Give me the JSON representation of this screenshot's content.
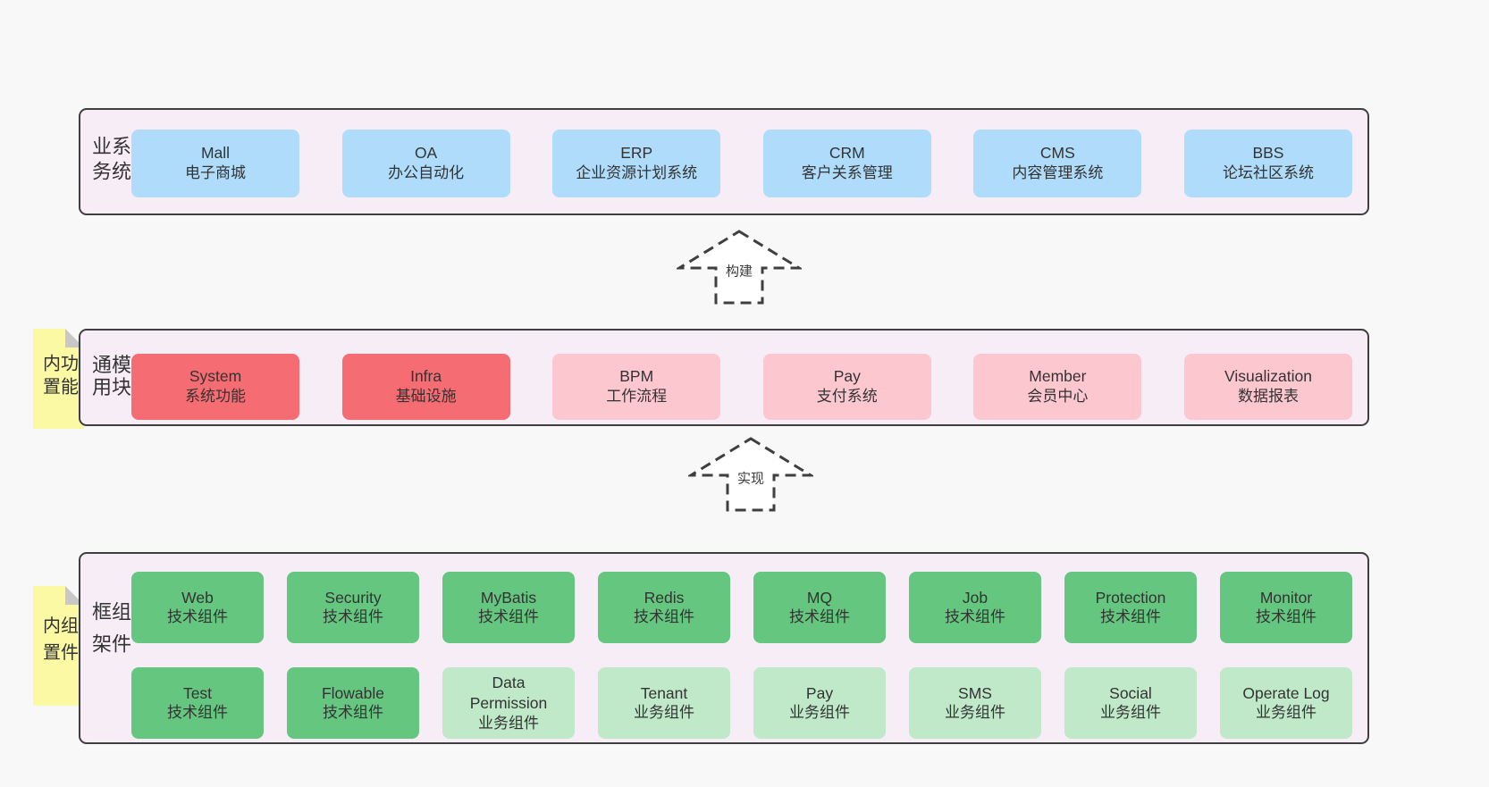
{
  "colors": {
    "page_bg": "#f8f8f8",
    "panel_bg": "#f7edf6",
    "border": "#3f3f3f",
    "text": "#333333",
    "blue": "#aedcfa",
    "red": "#f56c72",
    "pink": "#fdc7cf",
    "green": "#65c67f",
    "light_green": "#bfe9c8",
    "yellow": "#fcf9a5",
    "fold_gray": "#c8c8c8"
  },
  "arrows": [
    {
      "label": "构建"
    },
    {
      "label": "实现"
    }
  ],
  "sections": [
    {
      "label": "业务系统",
      "boxes": [
        {
          "name": "Mall",
          "desc": "电子商城",
          "variant": "blue"
        },
        {
          "name": "OA",
          "desc": "办公自动化",
          "variant": "blue"
        },
        {
          "name": "ERP",
          "desc": "企业资源计划系统",
          "variant": "blue"
        },
        {
          "name": "CRM",
          "desc": "客户关系管理",
          "variant": "blue"
        },
        {
          "name": "CMS",
          "desc": "内容管理系统",
          "variant": "blue"
        },
        {
          "name": "BBS",
          "desc": "论坛社区系统",
          "variant": "blue"
        }
      ]
    },
    {
      "label": "通用模块",
      "note": "内置功能",
      "boxes": [
        {
          "name": "System",
          "desc": "系统功能",
          "variant": "red"
        },
        {
          "name": "Infra",
          "desc": "基础设施",
          "variant": "red"
        },
        {
          "name": "BPM",
          "desc": "工作流程",
          "variant": "pink"
        },
        {
          "name": "Pay",
          "desc": "支付系统",
          "variant": "pink"
        },
        {
          "name": "Member",
          "desc": "会员中心",
          "variant": "pink"
        },
        {
          "name": "Visualization",
          "desc": "数据报表",
          "variant": "pink"
        }
      ]
    },
    {
      "label": "框架组件",
      "note": "内置组件",
      "rows": [
        [
          {
            "name": "Web",
            "desc": "技术组件",
            "variant": "green"
          },
          {
            "name": "Security",
            "desc": "技术组件",
            "variant": "green"
          },
          {
            "name": "MyBatis",
            "desc": "技术组件",
            "variant": "green"
          },
          {
            "name": "Redis",
            "desc": "技术组件",
            "variant": "green"
          },
          {
            "name": "MQ",
            "desc": "技术组件",
            "variant": "green"
          },
          {
            "name": "Job",
            "desc": "技术组件",
            "variant": "green"
          },
          {
            "name": "Protection",
            "desc": "技术组件",
            "variant": "green"
          },
          {
            "name": "Monitor",
            "desc": "技术组件",
            "variant": "green"
          }
        ],
        [
          {
            "name": "Test",
            "desc": "技术组件",
            "variant": "green"
          },
          {
            "name": "Flowable",
            "desc": "技术组件",
            "variant": "green"
          },
          {
            "name": "Data Permission",
            "desc": "业务组件",
            "variant": "lightgreen"
          },
          {
            "name": "Tenant",
            "desc": "业务组件",
            "variant": "lightgreen"
          },
          {
            "name": "Pay",
            "desc": "业务组件",
            "variant": "lightgreen"
          },
          {
            "name": "SMS",
            "desc": "业务组件",
            "variant": "lightgreen"
          },
          {
            "name": "Social",
            "desc": "业务组件",
            "variant": "lightgreen"
          },
          {
            "name": "Operate Log",
            "desc": "业务组件",
            "variant": "lightgreen"
          }
        ]
      ]
    }
  ]
}
